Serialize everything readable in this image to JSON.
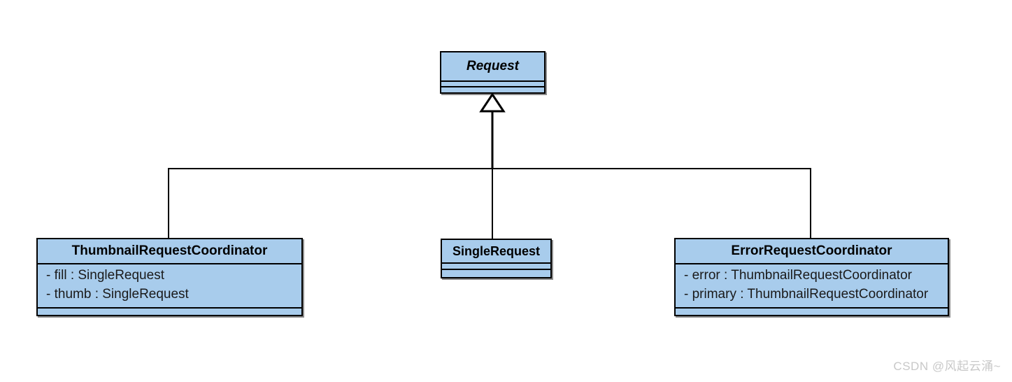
{
  "diagram": {
    "kind": "uml-class-diagram",
    "colors": {
      "class_fill": "#a8ccec",
      "class_border": "#000000",
      "edge": "#000000",
      "watermark_text": "#c8c8c8",
      "background": "#ffffff"
    },
    "classes": [
      {
        "id": "request",
        "name": "Request",
        "abstract": true,
        "attributes": [],
        "operations": []
      },
      {
        "id": "thumbnail_request_coordinator",
        "name": "ThumbnailRequestCoordinator",
        "abstract": false,
        "attributes": [
          "- fill : SingleRequest",
          "- thumb : SingleRequest"
        ],
        "operations": []
      },
      {
        "id": "single_request",
        "name": "SingleRequest",
        "abstract": false,
        "attributes": [],
        "operations": []
      },
      {
        "id": "error_request_coordinator",
        "name": "ErrorRequestCoordinator",
        "abstract": false,
        "attributes": [
          "- error : ThumbnailRequestCoordinator",
          "- primary : ThumbnailRequestCoordinator"
        ],
        "operations": []
      }
    ],
    "relationships": [
      {
        "type": "generalization",
        "from": "ThumbnailRequestCoordinator",
        "to": "Request"
      },
      {
        "type": "generalization",
        "from": "SingleRequest",
        "to": "Request"
      },
      {
        "type": "generalization",
        "from": "ErrorRequestCoordinator",
        "to": "Request"
      }
    ]
  },
  "watermark": {
    "text": "CSDN @风起云涌~"
  }
}
